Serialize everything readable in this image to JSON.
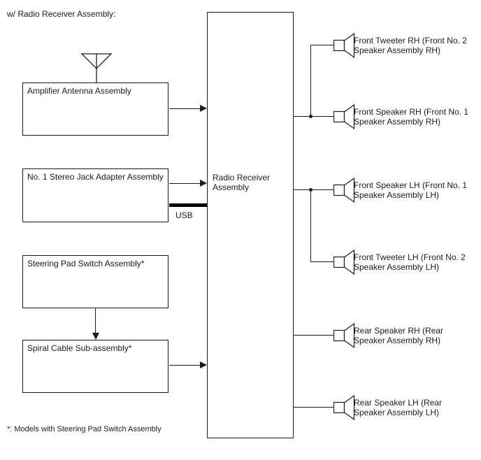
{
  "title": "w/ Radio Receiver Assembly:",
  "footnote": "*: Models with Steering Pad Switch Assembly",
  "usb_label": "USB",
  "center_box": {
    "line1": "Radio Receiver",
    "line2": "Assembly"
  },
  "source_boxes": [
    {
      "label": "Amplifier Antenna Assembly"
    },
    {
      "label": "No. 1 Stereo Jack Adapter Assembly"
    },
    {
      "label": "Steering Pad Switch Assembly*"
    },
    {
      "label": "Spiral Cable Sub-assembly*"
    }
  ],
  "speakers": [
    {
      "line1": "Front Tweeter RH (Front No. 2",
      "line2": "Speaker Assembly RH)"
    },
    {
      "line1": "Front Speaker RH (Front No. 1",
      "line2": "Speaker Assembly RH)"
    },
    {
      "line1": "Front Speaker LH (Front No. 1",
      "line2": "Speaker Assembly LH)"
    },
    {
      "line1": "Front Tweeter LH (Front No. 2",
      "line2": "Speaker Assembly LH)"
    },
    {
      "line1": "Rear Speaker RH (Rear",
      "line2": "Speaker Assembly RH)"
    },
    {
      "line1": "Rear Speaker LH (Rear",
      "line2": "Speaker Assembly LH)"
    }
  ],
  "icons": {
    "antenna": "antenna-icon",
    "speaker": "speaker-icon"
  },
  "colors": {
    "line": "#1c1c1c",
    "text": "#1c1c1c",
    "background": "#ffffff",
    "usb_bar": "#000000"
  }
}
